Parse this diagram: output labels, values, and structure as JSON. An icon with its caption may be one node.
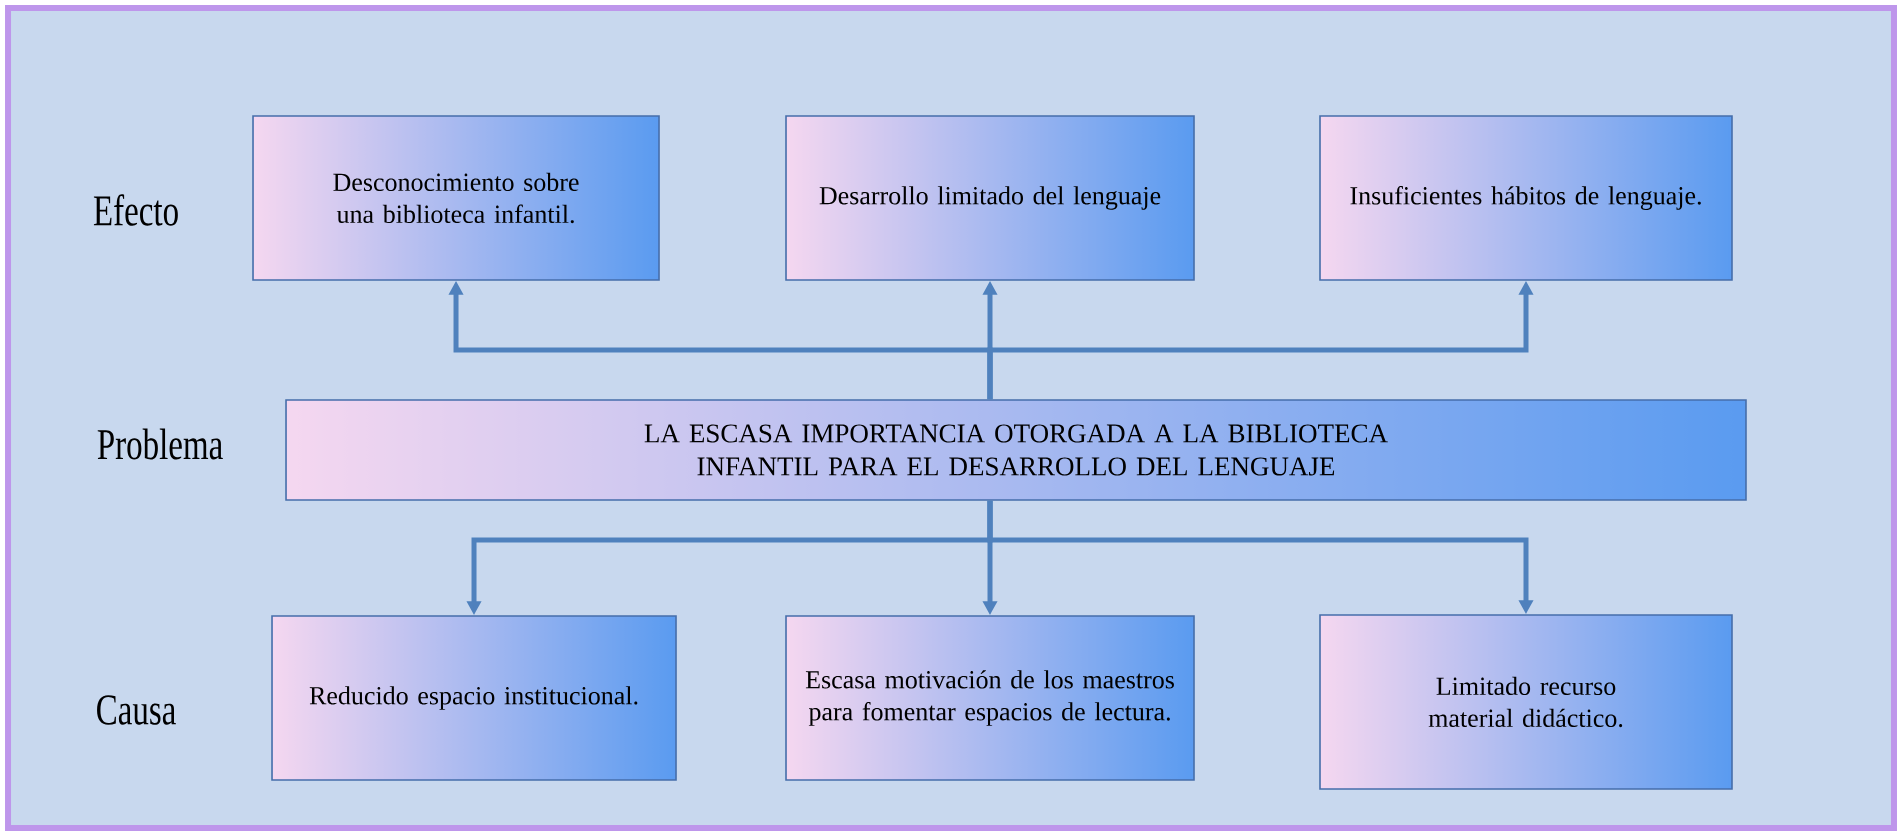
{
  "diagram": {
    "nodes": [
      {
        "text": [
          "Desconocimiento sobre una biblioteca infantil."
        ]
      },
      {
        "text": [
          "Desarrollo limitado del lenguaje"
        ]
      },
      {
        "text": [
          "Insuficientes hábitos de lenguaje."
        ]
      },
      {
        "text": [
          "LA ESCASA IMPORTANCIA OTORGADA A LA BIBLIOTECA INFANTIL PARA EL DESARROLLO DEL LENGUAJE"
        ]
      },
      {
        "text": [
          "Reducido espacio institucional."
        ]
      },
      {
        "text": [
          "Escasa motivación de los maestros para fomentar espacios de lectura."
        ]
      },
      {
        "text": [
          "Limitado recurso material didáctico."
        ]
      }
    ],
    "edges": [
      {
        "from": 3,
        "to": 0,
        "arrow": "to"
      },
      {
        "from": 3,
        "to": 1,
        "arrow": "to"
      },
      {
        "from": 3,
        "to": 2,
        "arrow": "to"
      },
      {
        "from": 3,
        "to": 4,
        "arrow": "to"
      },
      {
        "from": 3,
        "to": 5,
        "arrow": "to"
      },
      {
        "from": 3,
        "to": 6,
        "arrow": "to"
      }
    ],
    "labels": [
      "Efecto",
      "Problema",
      "Causa"
    ]
  }
}
